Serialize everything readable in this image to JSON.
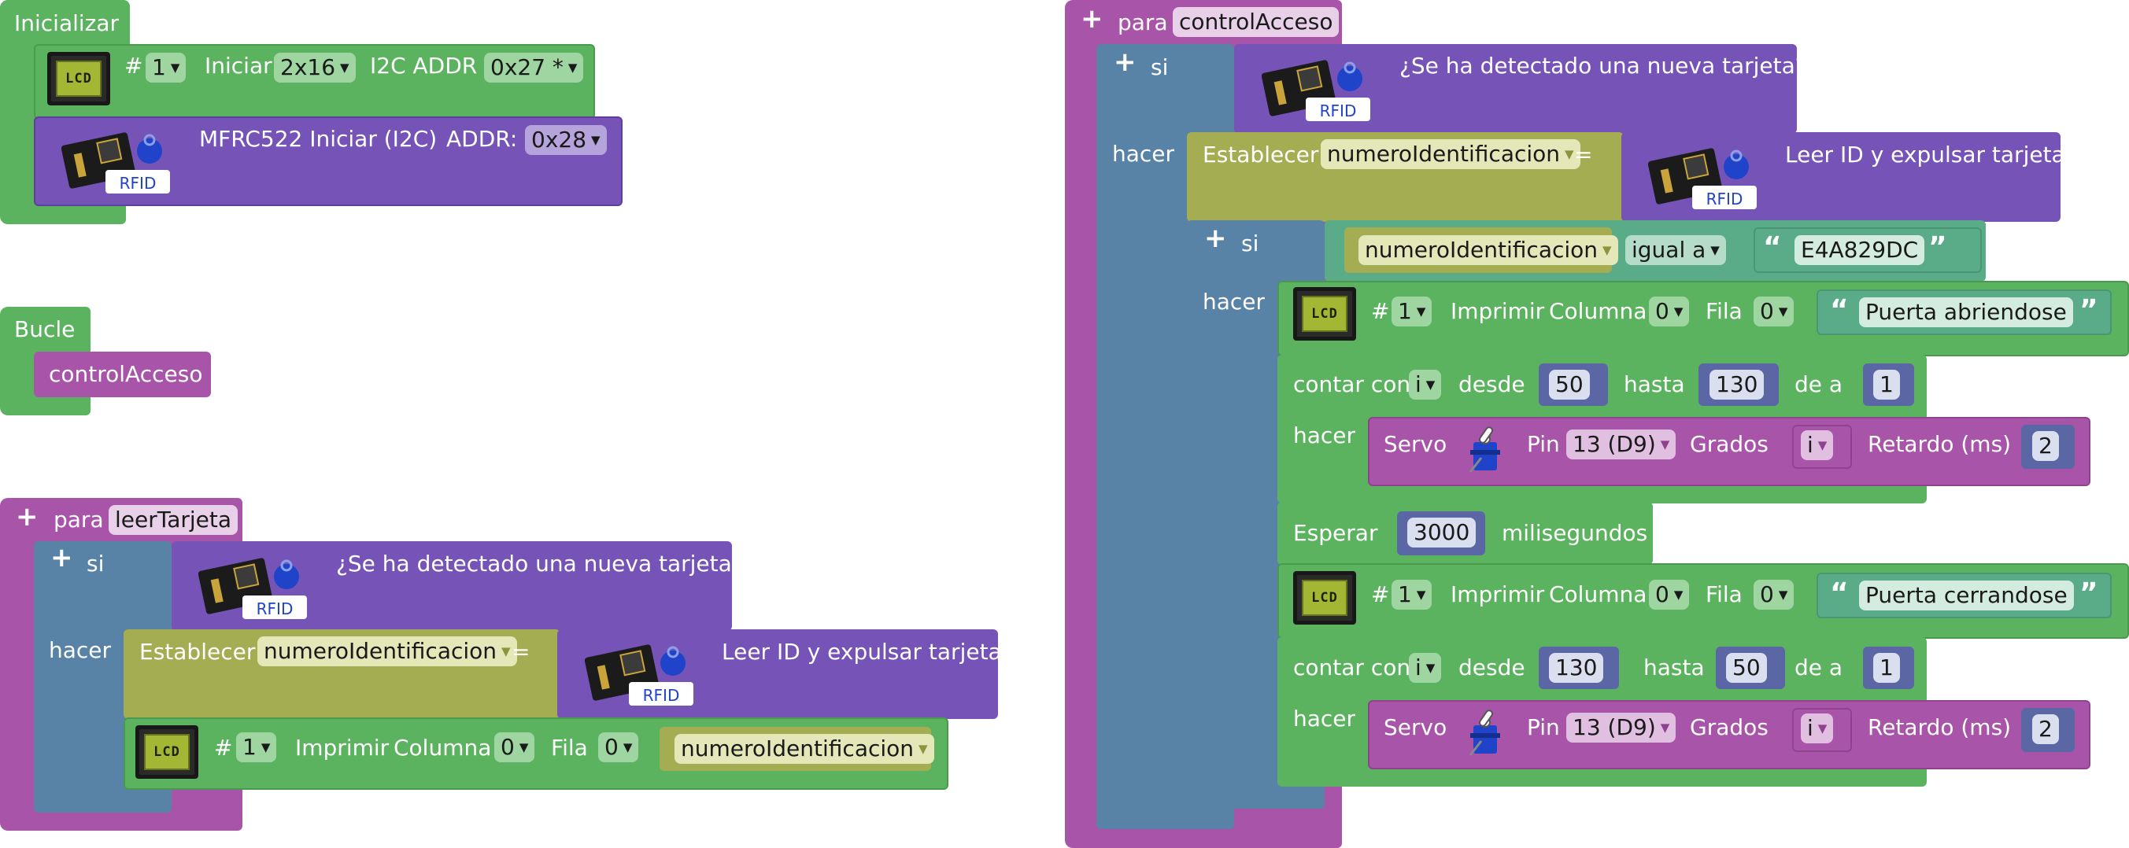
{
  "colors": {
    "green": "#5cb35f",
    "purple": "#7653b7",
    "magenta": "#a855a9",
    "steel_blue": "#5883a6",
    "olive": "#a5ad53",
    "teal": "#5aac88",
    "indigo": "#5b67a5"
  },
  "inicializar": {
    "hat_label": "Inicializar",
    "lcd_init": {
      "icon_text": "LCD",
      "hash": "#",
      "id": "1",
      "iniciar": "Iniciar",
      "size": "2x16",
      "i2c_label": "I2C ADDR",
      "addr": "0x27 *"
    },
    "rfid_init": {
      "icon_text": "RFID",
      "label": "MFRC522 Iniciar (I2C)",
      "addr_label": "ADDR:",
      "addr": "0x28"
    }
  },
  "bucle": {
    "hat_label": "Bucle",
    "call": "controlAcceso"
  },
  "leer_tarjeta": {
    "plus": "+",
    "para": "para",
    "name": "leerTarjeta",
    "if_plus": "+",
    "si": "si",
    "hacer": "hacer",
    "rfid_icon_text": "RFID",
    "condition": "¿Se ha detectado una nueva tarjeta?",
    "establecer": "Establecer",
    "var": "numeroIdentificacion",
    "eq": "=",
    "read_label": "Leer ID y expulsar tarjeta",
    "print": {
      "icon_text": "LCD",
      "hash": "#",
      "id": "1",
      "imprimir": "Imprimir",
      "columna": "Columna",
      "col": "0",
      "fila": "Fila",
      "row": "0",
      "var": "numeroIdentificacion"
    }
  },
  "control_acceso": {
    "plus": "+",
    "para": "para",
    "name": "controlAcceso",
    "if_plus": "+",
    "si": "si",
    "hacer": "hacer",
    "rfid_icon_text": "RFID",
    "condition": "¿Se ha detectado una nueva tarjeta?",
    "establecer": "Establecer",
    "var": "numeroIdentificacion",
    "eq": "=",
    "read_label": "Leer ID y expulsar tarjeta",
    "inner_if": {
      "plus": "+",
      "si": "si",
      "hacer": "hacer",
      "var": "numeroIdentificacion",
      "op": "igual a",
      "quote_open": "“",
      "quote_close": "”",
      "value": "E4A829DC"
    },
    "print_open": {
      "icon_text": "LCD",
      "hash": "#",
      "id": "1",
      "imprimir": "Imprimir",
      "columna": "Columna",
      "col": "0",
      "fila": "Fila",
      "row": "0",
      "quote_open": "“",
      "quote_close": "”",
      "text": "Puerta abriendose"
    },
    "loop_open": {
      "contar": "contar con",
      "var": "i",
      "desde": "desde",
      "from": "50",
      "hasta": "hasta",
      "to": "130",
      "dea": "de a",
      "step": "1",
      "hacer": "hacer",
      "servo": {
        "label": "Servo",
        "pin_label": "Pin",
        "pin": "13 (D9)",
        "grados": "Grados",
        "var": "i",
        "retardo": "Retardo (ms)",
        "delay": "2"
      }
    },
    "wait": {
      "label": "Esperar",
      "value": "3000",
      "unit": "milisegundos"
    },
    "print_close": {
      "icon_text": "LCD",
      "hash": "#",
      "id": "1",
      "imprimir": "Imprimir",
      "columna": "Columna",
      "col": "0",
      "fila": "Fila",
      "row": "0",
      "quote_open": "“",
      "quote_close": "”",
      "text": "Puerta cerrandose"
    },
    "loop_close": {
      "contar": "contar con",
      "var": "i",
      "desde": "desde",
      "from": "130",
      "hasta": "hasta",
      "to": "50",
      "dea": "de a",
      "step": "1",
      "hacer": "hacer",
      "servo": {
        "label": "Servo",
        "pin_label": "Pin",
        "pin": "13 (D9)",
        "grados": "Grados",
        "var": "i",
        "retardo": "Retardo (ms)",
        "delay": "2"
      }
    }
  }
}
